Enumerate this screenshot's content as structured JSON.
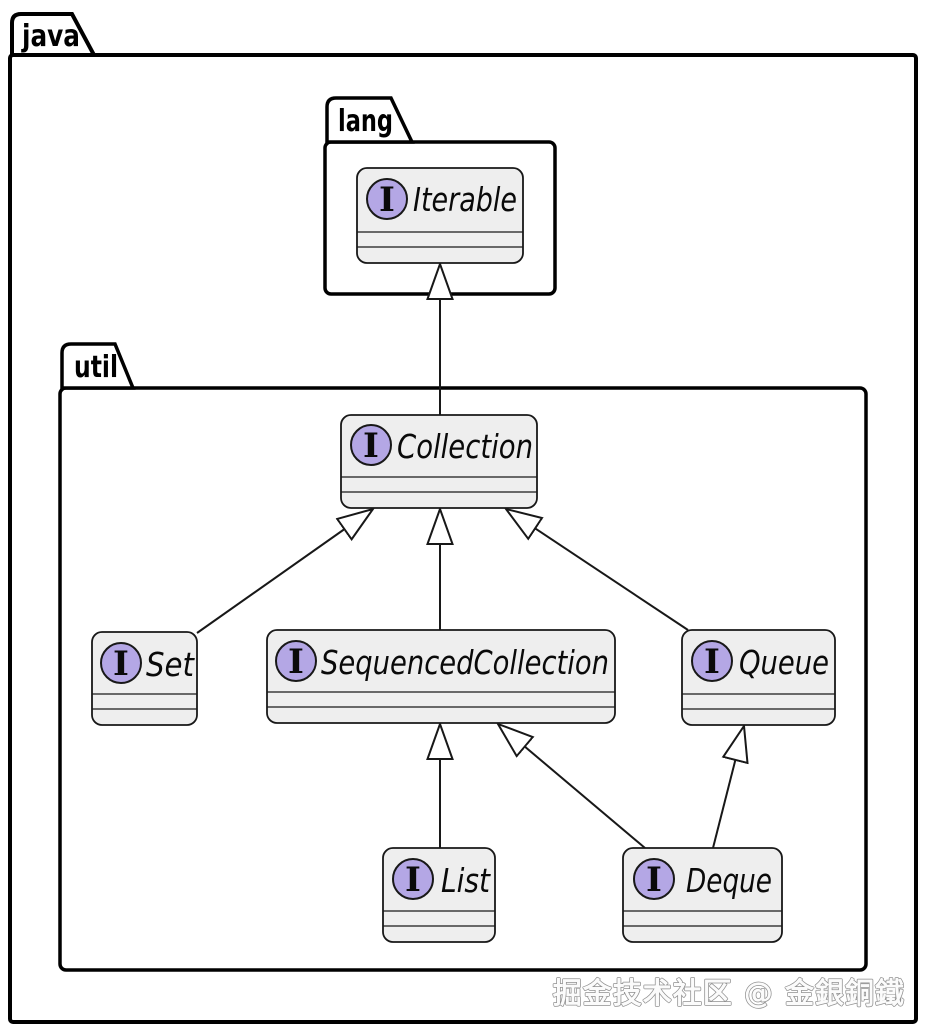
{
  "diagram": {
    "type": "uml-class-diagram",
    "packages": {
      "java": {
        "label": "java"
      },
      "lang": {
        "label": "lang",
        "parent": "java"
      },
      "util": {
        "label": "util",
        "parent": "java"
      }
    },
    "interfaces": {
      "iterable": {
        "name": "Iterable",
        "stereotype": "I"
      },
      "collection": {
        "name": "Collection",
        "stereotype": "I"
      },
      "set": {
        "name": "Set",
        "stereotype": "I"
      },
      "sequencedCollection": {
        "name": "SequencedCollection",
        "stereotype": "I"
      },
      "queue": {
        "name": "Queue",
        "stereotype": "I"
      },
      "list": {
        "name": "List",
        "stereotype": "I"
      },
      "deque": {
        "name": "Deque",
        "stereotype": "I"
      }
    },
    "relations": [
      {
        "from": "Collection",
        "to": "Iterable",
        "type": "extends"
      },
      {
        "from": "Set",
        "to": "Collection",
        "type": "extends"
      },
      {
        "from": "SequencedCollection",
        "to": "Collection",
        "type": "extends"
      },
      {
        "from": "Queue",
        "to": "Collection",
        "type": "extends"
      },
      {
        "from": "List",
        "to": "SequencedCollection",
        "type": "extends"
      },
      {
        "from": "Deque",
        "to": "SequencedCollection",
        "type": "extends"
      },
      {
        "from": "Deque",
        "to": "Queue",
        "type": "extends"
      }
    ],
    "colors": {
      "interface_icon_fill": "#B4A7E5",
      "box_fill": "#EEEEEE",
      "box_border": "#181818",
      "package_border": "#000000",
      "background": "#FFFFFF"
    }
  },
  "watermark": "掘金技术社区 @ 金銀銅鐵"
}
